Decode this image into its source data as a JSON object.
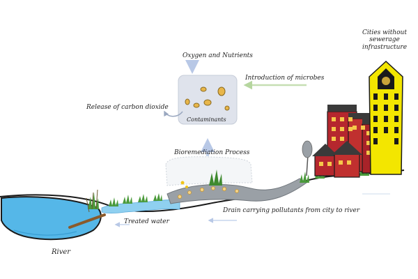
{
  "labels": {
    "cities": "Cities without sewerage infrastructure",
    "oxygen_nutrients": "Oxygen and Nutrients",
    "microbes": "Introduction of microbes",
    "carbon_dioxide": "Release of carbon dioxide",
    "contaminants": "Contaminants",
    "bioremediation": "Bioremediation Process",
    "drain": "Drain carrying pollutants from city to river",
    "treated_water": "Treated water",
    "river": "River"
  },
  "colors": {
    "river_water": "#55b7e8",
    "drain_channel": "#9aa0a6",
    "process_box": "#dfe3ec",
    "building_red": "#b5272e",
    "tower_yellow": "#f3e600",
    "microbe": "#e8b64a",
    "arrow_green": "#c6dfb3",
    "arrow_blue": "#c5d5ee"
  }
}
